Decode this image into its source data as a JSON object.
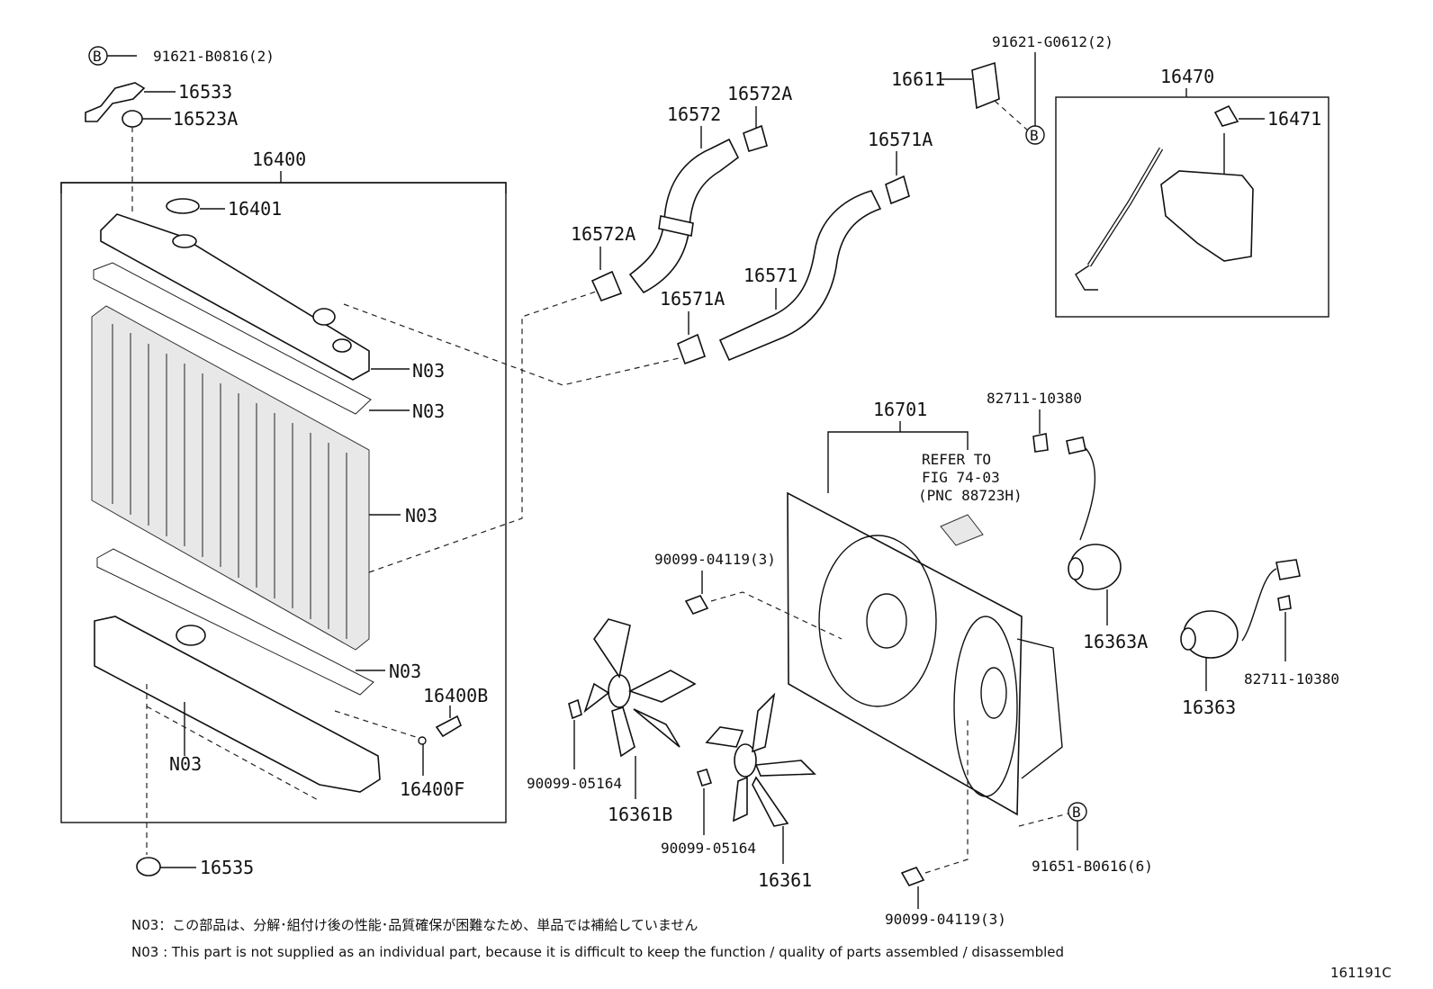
{
  "diagram_id": "161191C",
  "labels": {
    "p91621_b0816": "91621-B0816(2)",
    "p16533": "16533",
    "p16523a": "16523A",
    "p16400": "16400",
    "p16401": "16401",
    "n03_1": "N03",
    "n03_2": "N03",
    "n03_3": "N03",
    "n03_4": "N03",
    "n03_5": "N03",
    "p16400b": "16400B",
    "p16400f": "16400F",
    "p16535": "16535",
    "p16572": "16572",
    "p16572a_top": "16572A",
    "p16572a_left": "16572A",
    "p16571a_top": "16571A",
    "p16571": "16571",
    "p16571a_mid": "16571A",
    "p16611": "16611",
    "p91621_g0612": "91621-G0612(2)",
    "p16470": "16470",
    "p16471": "16471",
    "p16701": "16701",
    "refer1": "REFER TO",
    "refer2": "FIG 74-03",
    "refer3": "(PNC 88723H)",
    "p82711_top": "82711-10380",
    "p82711_bot": "82711-10380",
    "p16363a": "16363A",
    "p16363": "16363",
    "p90099_04119_top": "90099-04119(3)",
    "p90099_04119_bot": "90099-04119(3)",
    "p90099_05164_left": "90099-05164",
    "p90099_05164_mid": "90099-05164",
    "p16361b": "16361B",
    "p16361": "16361",
    "p91651_b0616": "91651-B0616(6)",
    "b_marker": "B"
  },
  "notes": {
    "jp": "N03：この部品は、分解･組付け後の性能･品質確保が困難なため、単品では補給していません",
    "en": "N03 : This part is not supplied as an individual part, because it is difficult to keep the function / quality of parts assembled / disassembled"
  }
}
